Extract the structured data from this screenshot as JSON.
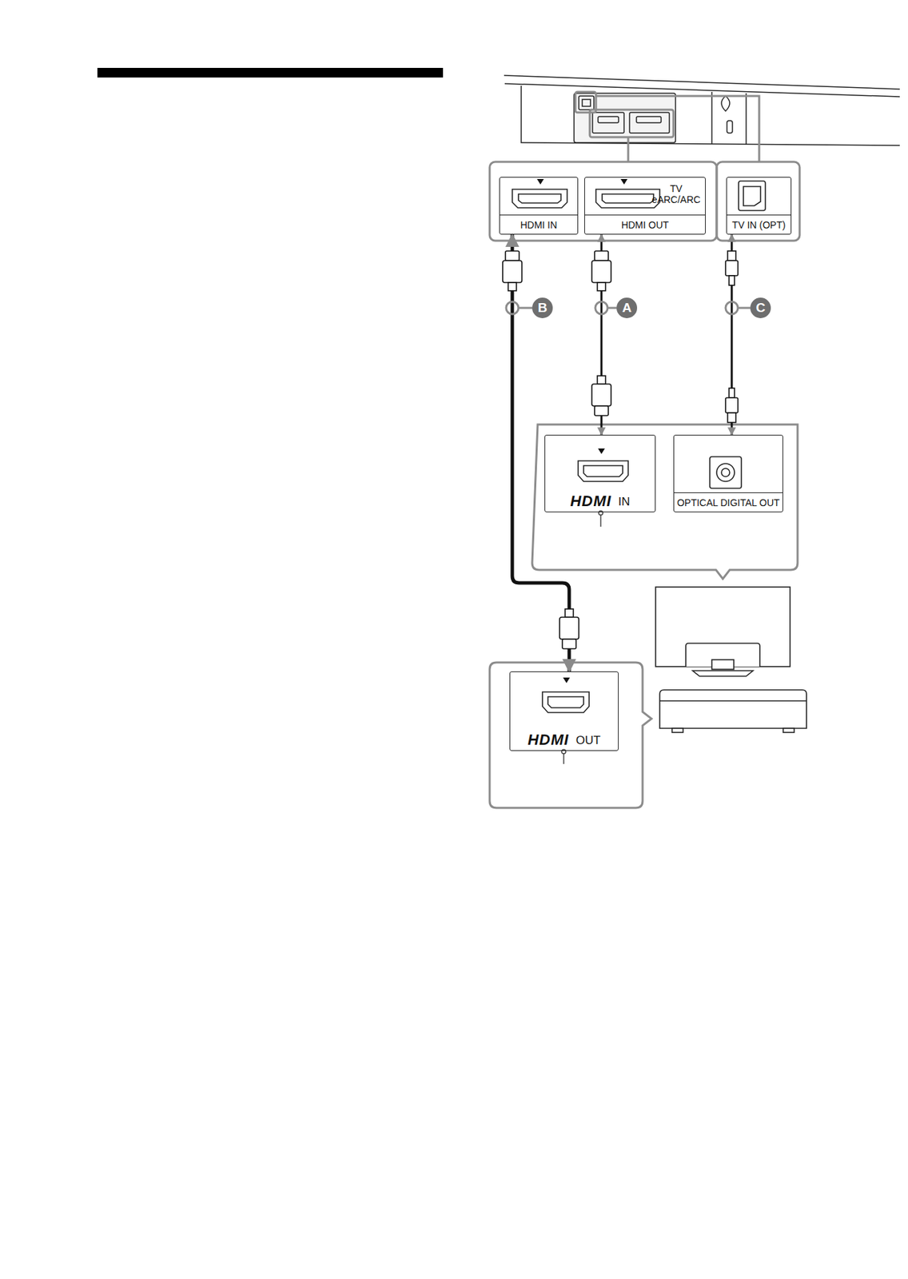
{
  "diagram": {
    "nodes": [
      {
        "text": [
          "HDMI IN"
        ]
      },
      {
        "text": [
          "TV eARC/ARC",
          "HDMI OUT"
        ]
      },
      {
        "text": [
          "TV IN (OPT)"
        ]
      },
      {
        "text": [
          "HDMI",
          "IN"
        ]
      },
      {
        "text": [
          "OPTICAL DIGITAL OUT"
        ]
      },
      {
        "text": [
          "HDMI",
          "OUT"
        ]
      }
    ],
    "edges": [
      {
        "from": 5,
        "to": 0,
        "arrow": "both"
      },
      {
        "from": 3,
        "to": 1,
        "arrow": "both"
      },
      {
        "from": 4,
        "to": 2,
        "arrow": "both"
      }
    ],
    "labels": [
      "B",
      "A",
      "C"
    ]
  }
}
